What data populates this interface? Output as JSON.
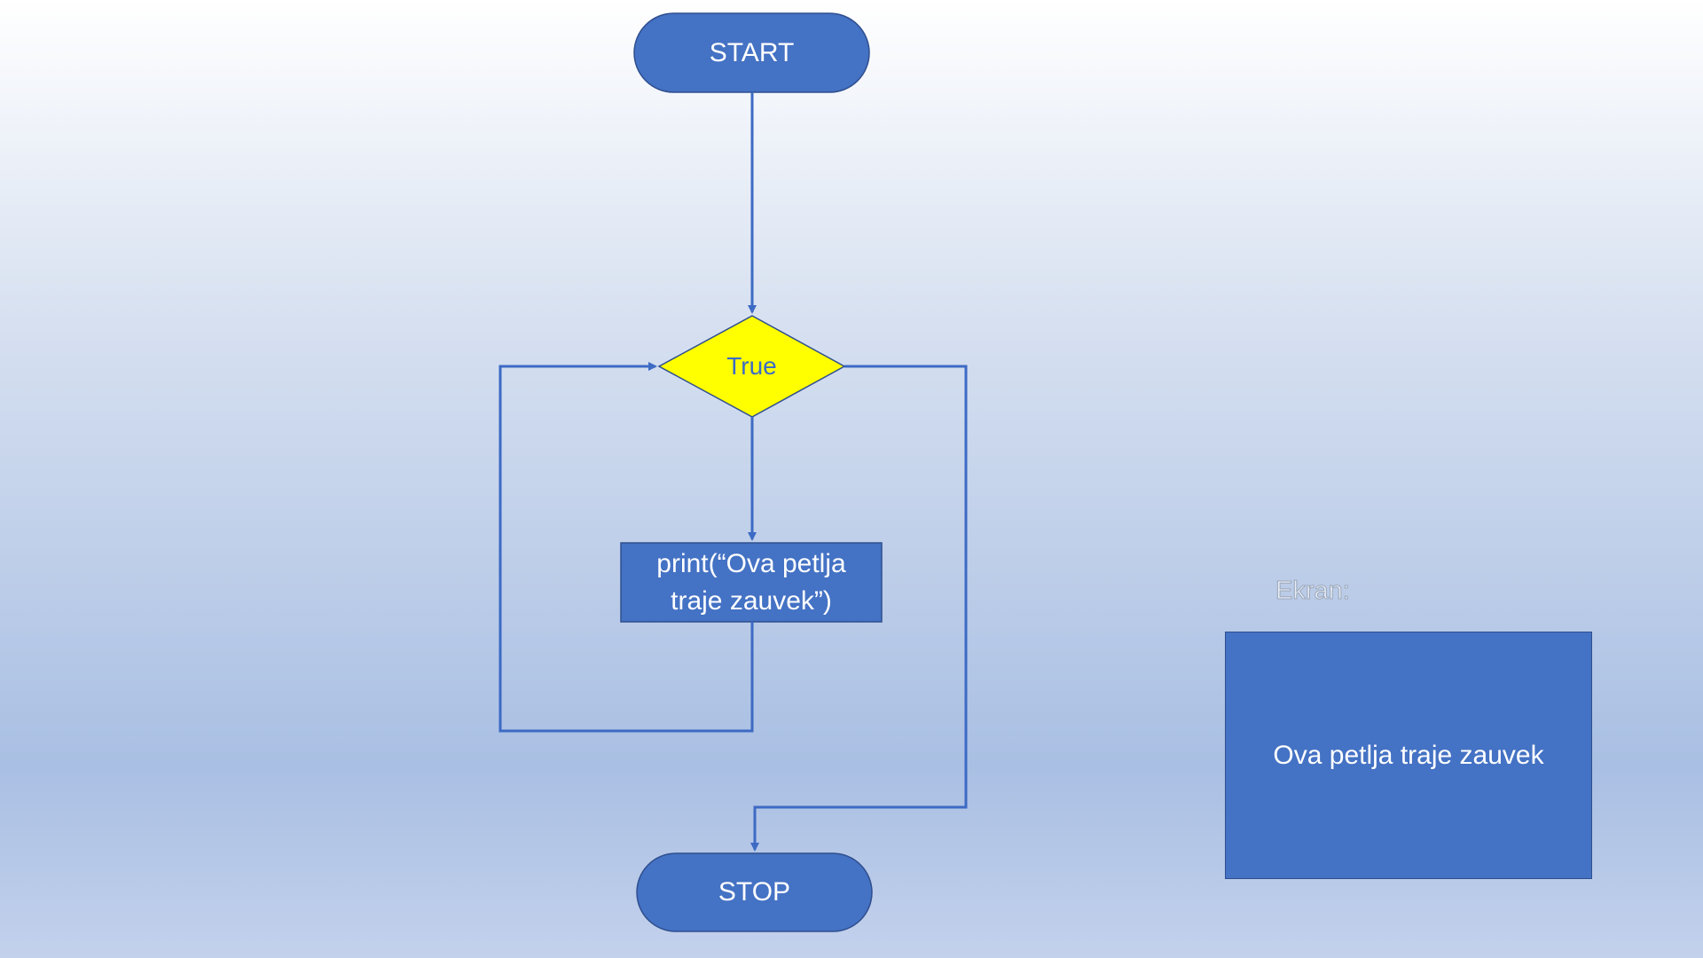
{
  "flowchart": {
    "start_label": "START",
    "condition_label": "True",
    "process_line1": "print(“Ova petlja",
    "process_line2": "traje zauvek”)",
    "stop_label": "STOP"
  },
  "screen": {
    "caption": "Ekran:",
    "output": "Ova petlja traje zauvek"
  },
  "colors": {
    "node_fill": "#4472c4",
    "node_border": "#2f4f8f",
    "decision_fill": "#ffff00",
    "connector": "#3d6ac4",
    "text_light": "#ffffff",
    "condition_text": "#3b6bc7"
  }
}
